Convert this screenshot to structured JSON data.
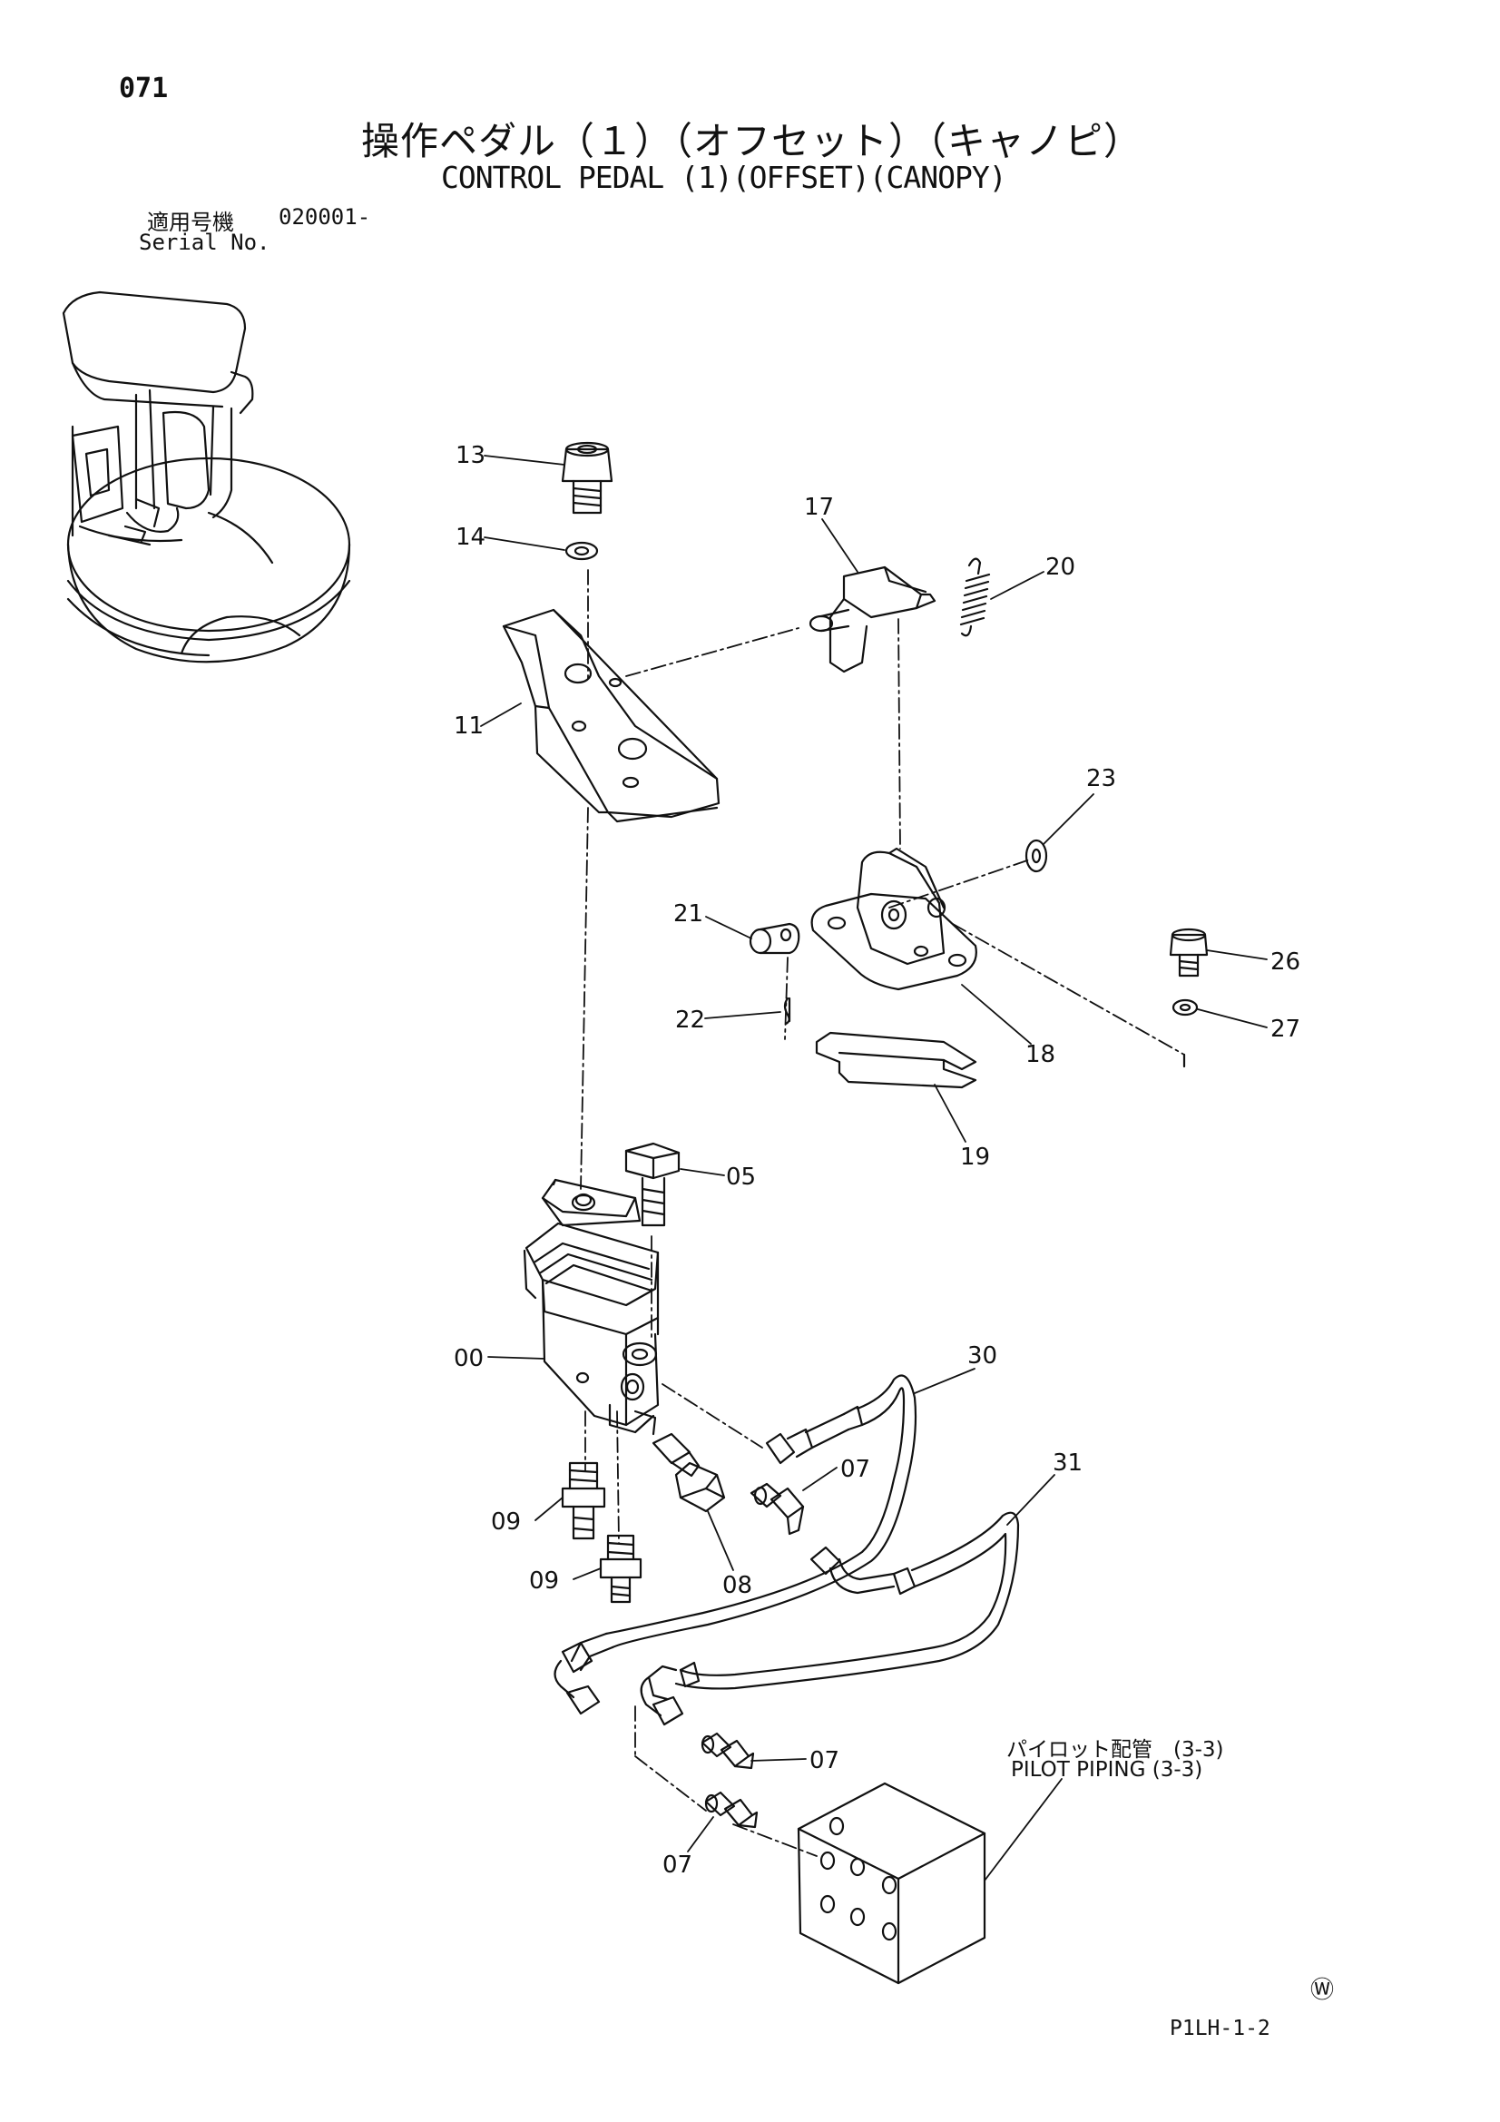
{
  "header": {
    "page_number": "071",
    "title_ja": "操作ペダル（１）（オフセット）（キャノピ）",
    "title_en": "CONTROL PEDAL (1)(OFFSET)(CANOPY)",
    "serial_label_ja": "適用号機",
    "serial_value": "020001-",
    "serial_label_en": "Serial No."
  },
  "callouts": [
    "13",
    "14",
    "17",
    "20",
    "11",
    "23",
    "21",
    "26",
    "22",
    "18",
    "27",
    "19",
    "05",
    "00",
    "30",
    "07",
    "31",
    "09",
    "08"
  ],
  "reference": {
    "label_ja": "パイロット配管　(3-3)",
    "label_en": "PILOT PIPING (3-3)"
  },
  "footer": {
    "mark": "Ⓦ",
    "code": "P1LH-1-2"
  }
}
